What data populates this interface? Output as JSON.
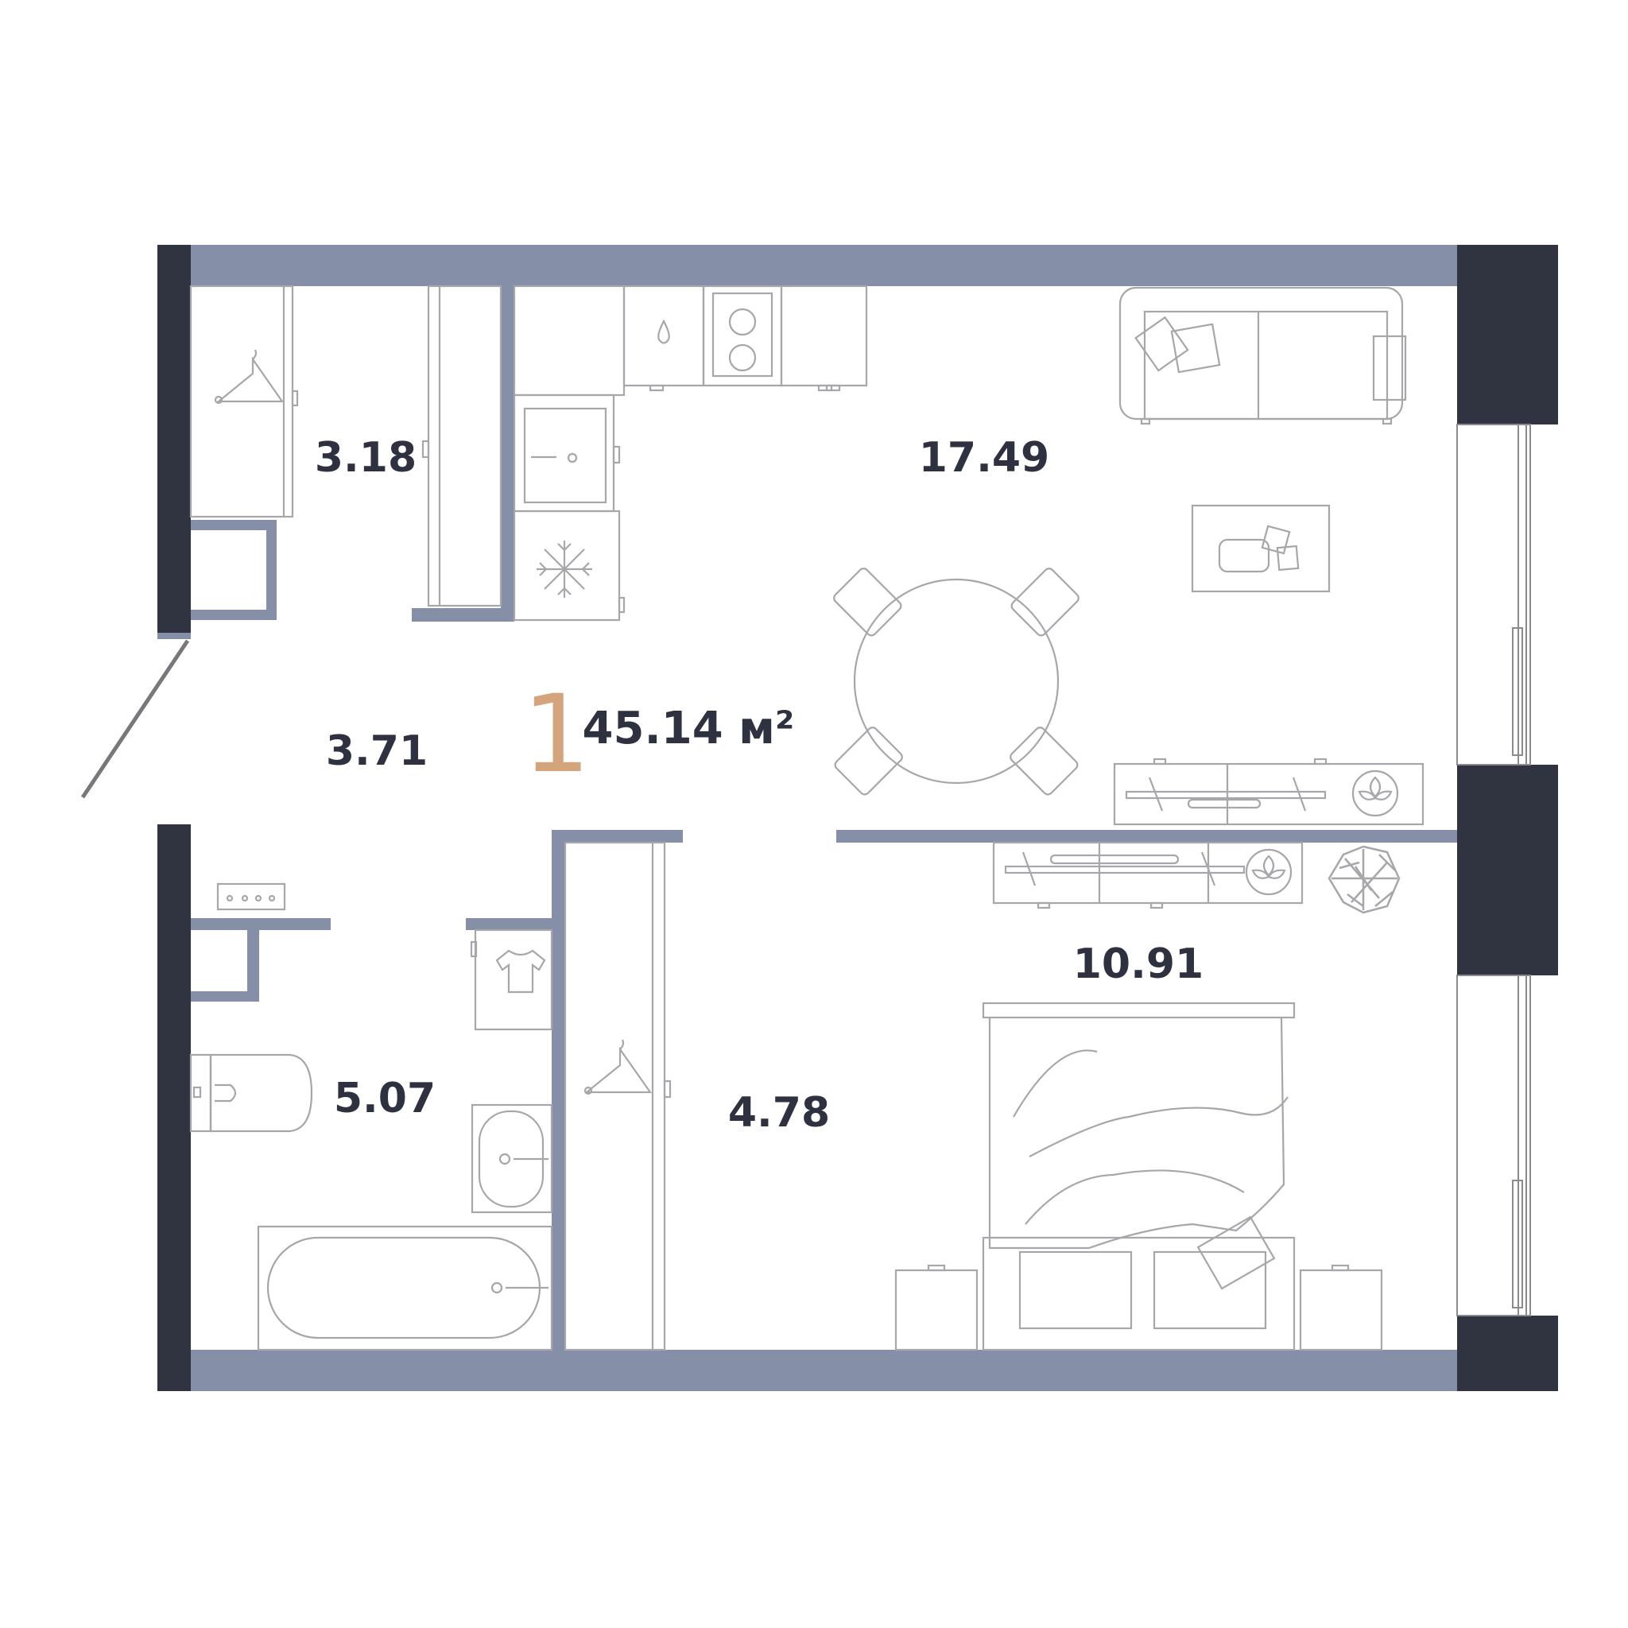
{
  "plan": {
    "rooms_count": "1",
    "total_area": "45.14 м²",
    "rooms": [
      {
        "id": "wardrobe",
        "area": "3.18"
      },
      {
        "id": "living-kitchen",
        "area": "17.49"
      },
      {
        "id": "hallway",
        "area": "3.71"
      },
      {
        "id": "bathroom",
        "area": "5.07"
      },
      {
        "id": "corridor",
        "area": "4.78"
      },
      {
        "id": "bedroom",
        "area": "10.91"
      }
    ]
  },
  "colors": {
    "wall_light": "#8590a8",
    "wall_dark": "#303441",
    "furniture_line": "#a6a6ab",
    "rooms_count_accent": "#d4a47c",
    "label_text": "#2e3140",
    "door_line": "#77777c"
  },
  "icons": [
    "hanger-icon",
    "water-drop-icon",
    "snowflake-icon",
    "tshirt-icon",
    "plant-icon"
  ]
}
